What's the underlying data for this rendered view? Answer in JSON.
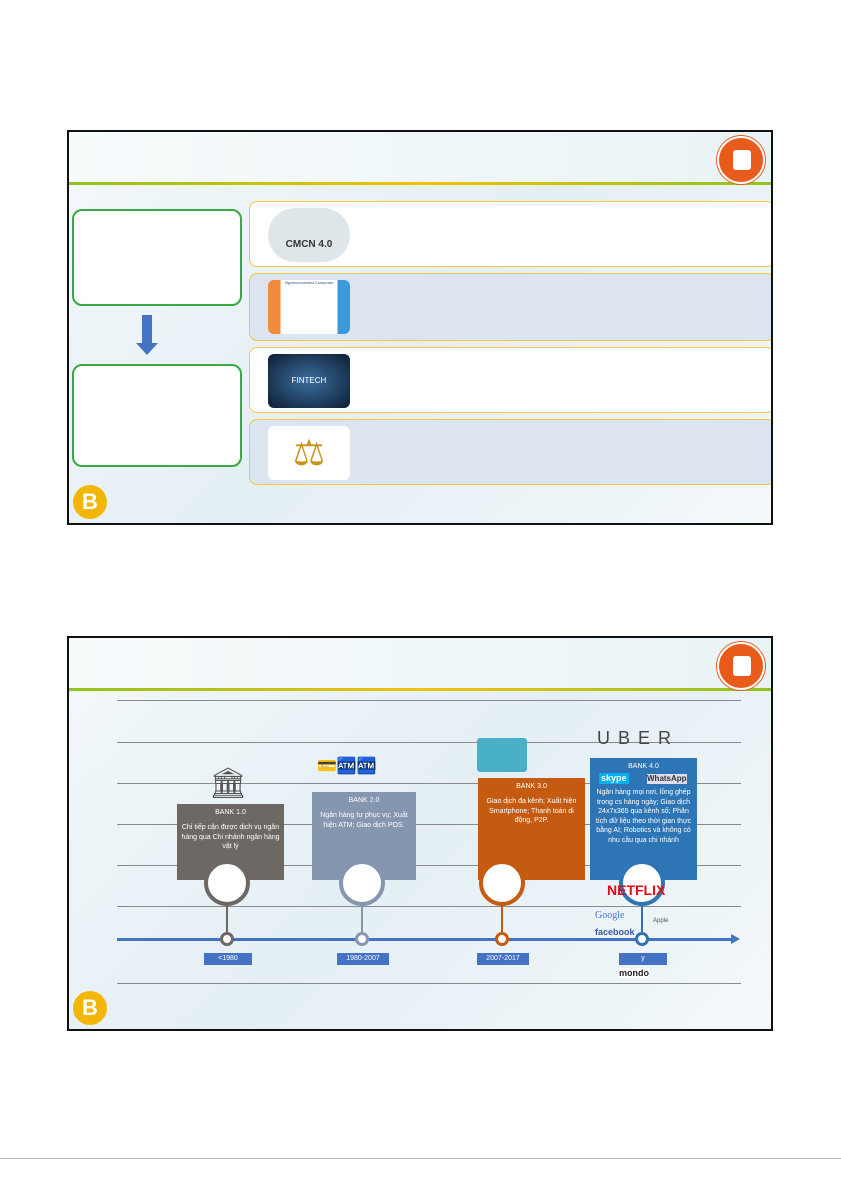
{
  "slide1": {
    "rows": [
      {
        "image_text": "CMCN 4.0",
        "icon": "gears-image"
      },
      {
        "image_text": "Hyperconnected Consumer",
        "icon": "consumer-image"
      },
      {
        "image_text": "FINTECH",
        "icon": "fintech-image"
      },
      {
        "image_text": "",
        "icon": "scales-justice-image"
      }
    ]
  },
  "slide2": {
    "banks": [
      {
        "title": "BANK 1.0",
        "desc": "Chỉ tiếp cận được dịch vụ ngân hàng qua Chi nhánh ngân hàng vật lý",
        "period": "<1980",
        "color": "#6d6864"
      },
      {
        "title": "BANK 2.0",
        "desc": "Ngân hàng tự phục vụ; Xuất hiện ATM; Giao dịch POS.",
        "period": "1980-2007",
        "color": "#8596b0"
      },
      {
        "title": "BANK 3.0",
        "desc": "Giao dịch đa kênh; Xuất hiện Smartphone; Thanh toán di động, P2P.",
        "period": "2007-2017",
        "color": "#c55a11"
      },
      {
        "title": "BANK 4.0",
        "desc": "Ngân hàng mọi nơi, lồng ghép trong cs hàng ngày; Giao dịch 24x7x365 qua kênh số; Phân tích dữ liệu theo thời gian thực bằng AI; Robotics và không có nhu cầu qua chi nhánh",
        "period": "y",
        "color": "#2e75b6"
      }
    ],
    "brands": {
      "uber": "UBER",
      "skype": "skype",
      "whatsapp": "WhatsApp",
      "netflix": "NETFLIX",
      "google": "Google",
      "facebook": "facebook",
      "apple": "Apple",
      "mondo": "mondo"
    }
  }
}
